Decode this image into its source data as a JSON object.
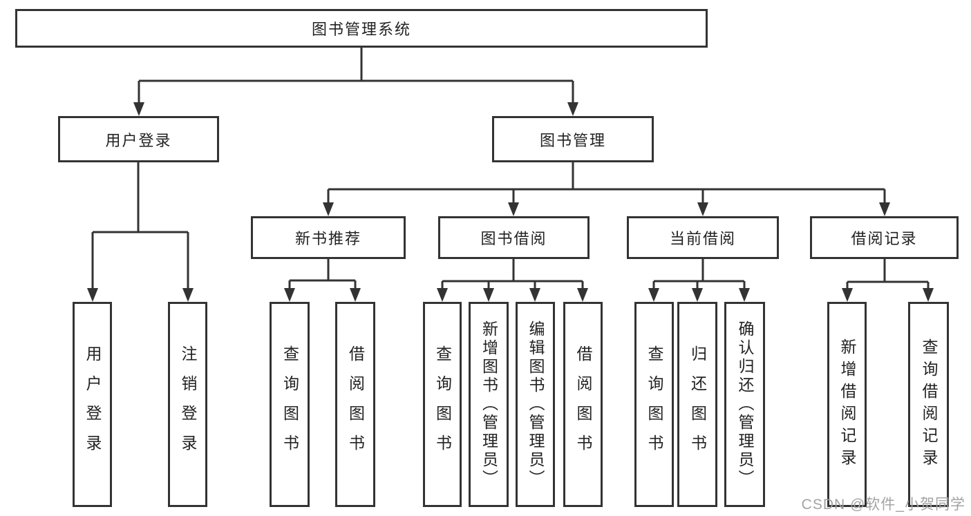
{
  "diagram": {
    "title": "图书管理系统",
    "root": {
      "label": "图书管理系统"
    },
    "level2": [
      {
        "label": "用户登录"
      },
      {
        "label": "图书管理"
      }
    ],
    "level3": [
      {
        "label": "新书推荐"
      },
      {
        "label": "图书借阅"
      },
      {
        "label": "当前借阅"
      },
      {
        "label": "借阅记录"
      }
    ],
    "leaves": [
      {
        "label": "用户登录"
      },
      {
        "label": "注销登录"
      },
      {
        "label": "查询图书"
      },
      {
        "label": "借阅图书"
      },
      {
        "label": "查询图书"
      },
      {
        "label": "新增图书（管理员）"
      },
      {
        "label": "编辑图书（管理员）"
      },
      {
        "label": "借阅图书"
      },
      {
        "label": "查询图书"
      },
      {
        "label": "归还图书"
      },
      {
        "label": "确认归还（管理员）"
      },
      {
        "label": "新增借阅记录"
      },
      {
        "label": "查询借阅记录"
      }
    ]
  },
  "watermark": {
    "text": "CSDN @软件_小贺同学"
  },
  "colors": {
    "line": "#333333",
    "node_border": "#333333",
    "node_fill": "#ffffff",
    "text": "#222222",
    "watermark": "#a3a3a3",
    "background": "#ffffff"
  }
}
